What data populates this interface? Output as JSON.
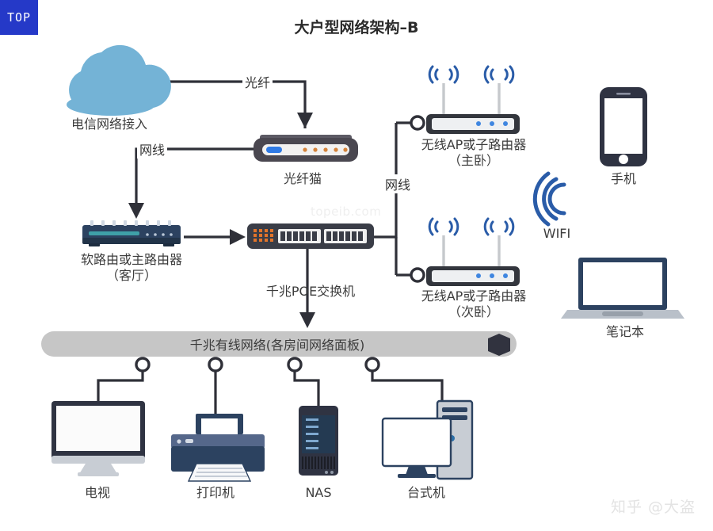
{
  "logo": {
    "text": "TOP",
    "color": "#2539c8"
  },
  "header": {
    "title": "大户型网络架构–B"
  },
  "watermarks": {
    "center": "topeib.com",
    "bottom_right": "知乎 @大盗"
  },
  "colors": {
    "cloud": "#74b3d6",
    "router_body": "#2c4260",
    "router_strip": "#3fa0a8",
    "switch_body": "#3a3d47",
    "switch_led": "#e2742a",
    "modem_body": "#4a4750",
    "modem_led": "#d4823a",
    "modem_pill": "#2f7ae5",
    "ap_body": "#33363d",
    "ap_face": "#eef0f2",
    "ap_led": "#3f86e0",
    "wifi_blue": "#2a5ca8",
    "line": "#2f3038",
    "bar": "#c6c6c6",
    "bar_cap": "#31333f",
    "device_dark": "#2c3e56",
    "device_light": "#c8cdd4",
    "text": "#3c3c3c"
  },
  "nodes": {
    "cloud": {
      "label": "电信网络接入"
    },
    "modem": {
      "label": "光纤猫"
    },
    "router": {
      "label_line1": "软路由或主路由器",
      "label_line2": "（客厅）"
    },
    "switch": {
      "label": "千兆POE交换机"
    },
    "ap_main": {
      "label_line1": "无线AP或子路由器",
      "label_line2": "（主卧）"
    },
    "ap_second": {
      "label_line1": "无线AP或子路由器",
      "label_line2": "（次卧）"
    },
    "phone": {
      "label": "手机"
    },
    "wifi": {
      "label": "WIFI"
    },
    "laptop": {
      "label": "笔记本"
    },
    "bar": {
      "label": "千兆有线网络(各房间网络面板)"
    },
    "tv": {
      "label": "电视"
    },
    "printer": {
      "label": "打印机"
    },
    "nas": {
      "label": "NAS"
    },
    "desktop": {
      "label": "台式机"
    }
  },
  "edges": {
    "fiber": {
      "label": "光纤"
    },
    "lan_left": {
      "label": "网线"
    },
    "lan_right": {
      "label": "网线"
    }
  }
}
